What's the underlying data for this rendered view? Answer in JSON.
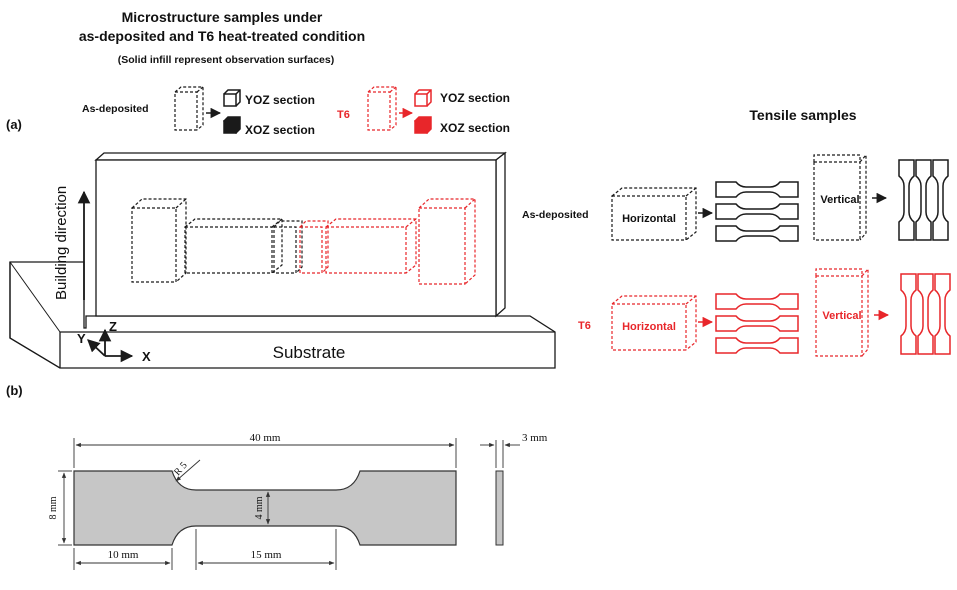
{
  "header": {
    "title_line1": "Microstructure samples under",
    "title_line2": "as-deposited and T6 heat-treated condition",
    "subtitle": "(Solid infill represent observation surfaces)"
  },
  "panel_a": {
    "label": "(a)",
    "legend": {
      "as_deposited": "As-deposited",
      "yoz_section": "YOZ section",
      "xoz_section": "XOZ section",
      "t6": "T6",
      "yoz_section_t6": "YOZ section",
      "xoz_section_t6": "XOZ section"
    },
    "building_direction": "Building direction",
    "substrate": "Substrate",
    "axes": {
      "y": "Y",
      "z": "Z",
      "x": "X"
    },
    "tensile_title": "Tensile samples",
    "tensile": {
      "row1_label": "As-deposited",
      "row2_label": "T6",
      "horizontal": "Horizontal",
      "vertical": "Vertical",
      "horizontal_t6": "Horizontal",
      "vertical_t6": "Vertical"
    }
  },
  "panel_b": {
    "label": "(b)",
    "dims": {
      "total_length": "40 mm",
      "radius": "R 5",
      "width": "8 mm",
      "gauge_width": "4 mm",
      "grip_length": "10 mm",
      "gauge_length": "15 mm",
      "thickness": "3 mm"
    }
  },
  "colors": {
    "black": "#1a1a1a",
    "red": "#e8262a",
    "specimen_fill": "#c6c6c6"
  }
}
